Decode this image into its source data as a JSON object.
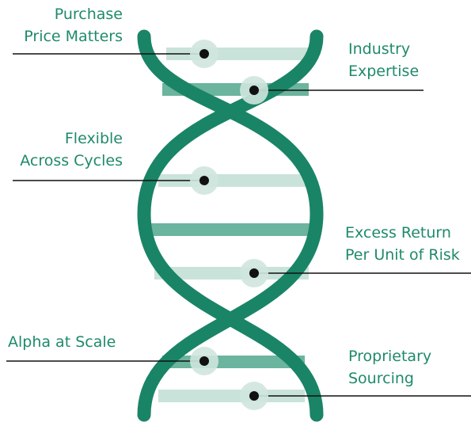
{
  "labels": {
    "purchase_price": [
      "Purchase",
      "Price Matters"
    ],
    "industry_expertise": [
      "Industry",
      "Expertise"
    ],
    "flexible_cycles": [
      "Flexible",
      "Across Cycles"
    ],
    "excess_return": [
      "Excess Return",
      "Per Unit of Risk"
    ],
    "alpha_scale": [
      "Alpha at Scale"
    ],
    "proprietary_sourcing": [
      "Proprietary",
      "Sourcing"
    ]
  },
  "colors": {
    "strand_dark": "#1a8466",
    "rung_mid": "#6bb49d",
    "rung_light": "#c9e3da",
    "dot_halo": "#cfe6de",
    "dot": "#111111",
    "leader_line": "#111111",
    "label_text": "#1f8a6b"
  }
}
